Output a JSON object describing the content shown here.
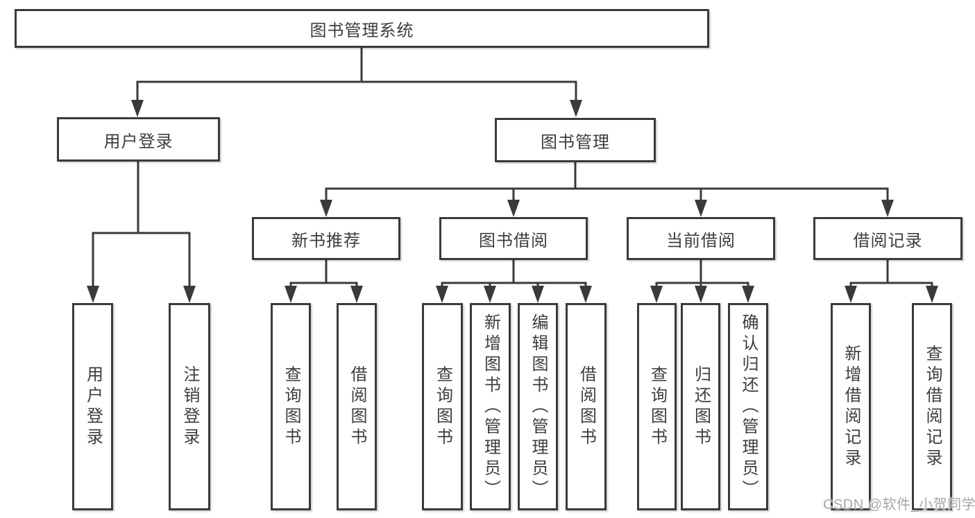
{
  "diagram": {
    "root_label": "图书管理系统",
    "nodes": {
      "user_login": "用户登录",
      "book_management": "图书管理",
      "new_book_recommendation": "新书推荐",
      "book_borrowing": "图书借阅",
      "current_borrowing": "当前借阅",
      "borrowing_records": "借阅记录"
    },
    "leaves": {
      "user_login": [
        "用户登录",
        "注销登录"
      ],
      "new_book_recommendation": [
        "查询图书",
        "借阅图书"
      ],
      "book_borrowing": [
        "查询图书",
        "新增图书（管理员）",
        "编辑图书（管理员）",
        "借阅图书"
      ],
      "current_borrowing": [
        "查询图书",
        "归还图书",
        "确认归还（管理员）"
      ],
      "borrowing_records": [
        "新增借阅记录",
        "查询借阅记录"
      ]
    }
  },
  "watermark": {
    "text": "CSDN @软件_小贺同学"
  },
  "colors": {
    "line": "#3a3a3a",
    "text": "#3d3d3d",
    "box_fill": "#ffffff",
    "background": "#ffffff",
    "watermark": "#a6a6a6"
  }
}
